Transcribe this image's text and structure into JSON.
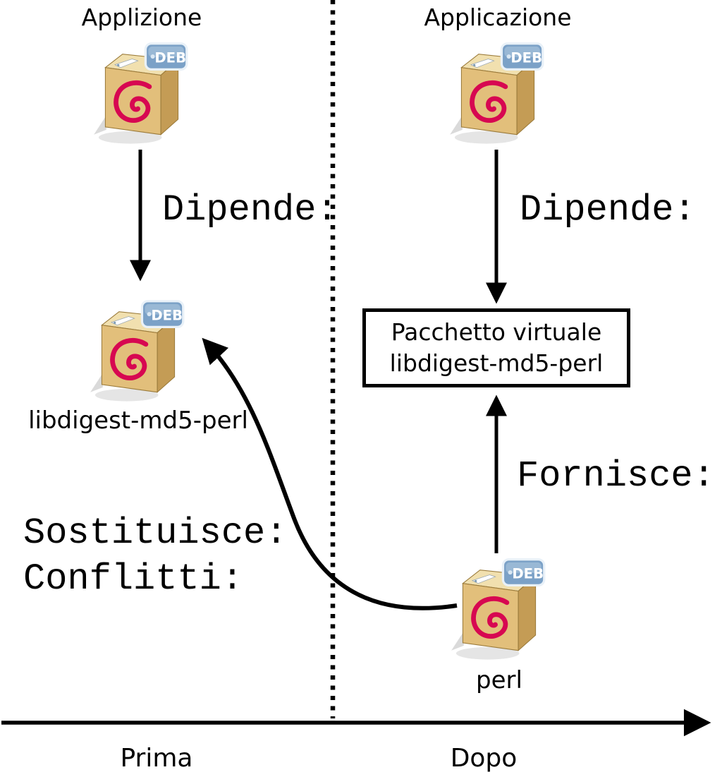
{
  "diagram": {
    "left_column": {
      "title": "Applizione",
      "depends_label": "Dipende:",
      "package_name": "libdigest-md5-perl",
      "replaces_label": "Sostituisce:",
      "conflicts_label": "Conflitti:",
      "timeline_label": "Prima"
    },
    "right_column": {
      "title": "Applicazione",
      "depends_label": "Dipende:",
      "virtual_package_line1": "Pacchetto virtuale",
      "virtual_package_line2": "libdigest-md5-perl",
      "provides_label": "Fornisce:",
      "package_name": "perl",
      "timeline_label": "Dopo"
    },
    "deb_badge_label": "DEB",
    "colors": {
      "arrow_black": "#000000",
      "debian_swirl_red": "#d70751",
      "box_front_tan": "#e2bf7b",
      "box_top_tan": "#f1e0af",
      "box_side_tan": "#c49c55",
      "badge_blue": "#7ba1c7",
      "badge_text_white": "#ffffff"
    }
  }
}
